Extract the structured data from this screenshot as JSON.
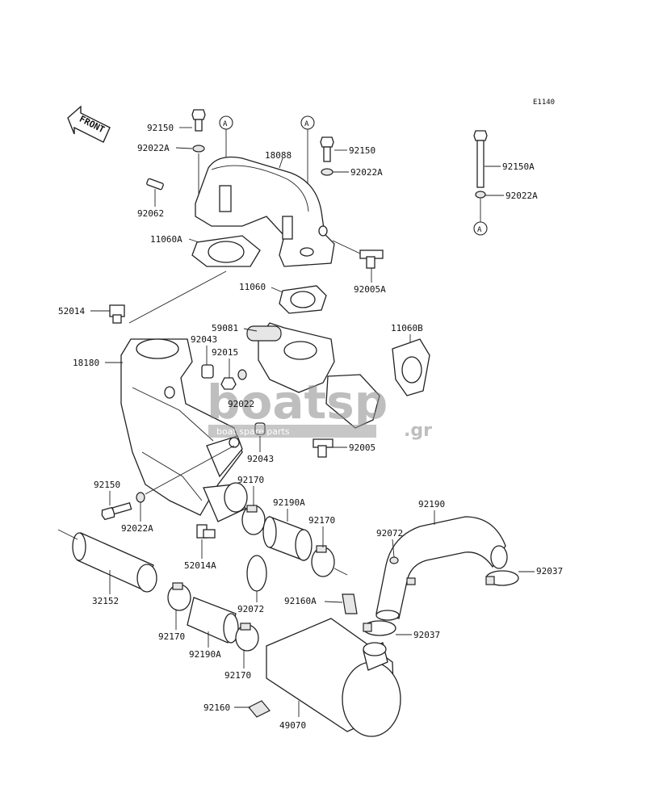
{
  "diagram_code": "E1140",
  "front_label": "FRONT",
  "ref_marker": "A",
  "watermark": {
    "brand": "boatsp",
    "suffix": ".gr",
    "tagline": "boat spare parts"
  },
  "parts": {
    "p92150_top": "92150",
    "p92022A_top": "92022A",
    "p92062": "92062",
    "p18088": "18088",
    "p92150_mid": "92150",
    "p92022A_mid": "92022A",
    "p92150A": "92150A",
    "p92022A_right": "92022A",
    "p11060A": "11060A",
    "p92005A": "92005A",
    "p11060": "11060",
    "p52014": "52014",
    "p59081": "59081",
    "p11060B": "11060B",
    "p92043_top": "92043",
    "p92015": "92015",
    "p18180": "18180",
    "p92022": "92022",
    "p92005": "92005",
    "p92043_bot": "92043",
    "p92150_low": "92150",
    "p92170_a": "92170",
    "p92190A_a": "92190A",
    "p92190": "92190",
    "p92022A_low": "92022A",
    "p92170_b": "92170",
    "p92072_a": "92072",
    "p52014A": "52014A",
    "p92037_a": "92037",
    "p32152": "32152",
    "p92072_b": "92072",
    "p92160A": "92160A",
    "p92037_b": "92037",
    "p92170_c": "92170",
    "p92190A_b": "92190A",
    "p92170_d": "92170",
    "p92160": "92160",
    "p49070": "49070"
  }
}
